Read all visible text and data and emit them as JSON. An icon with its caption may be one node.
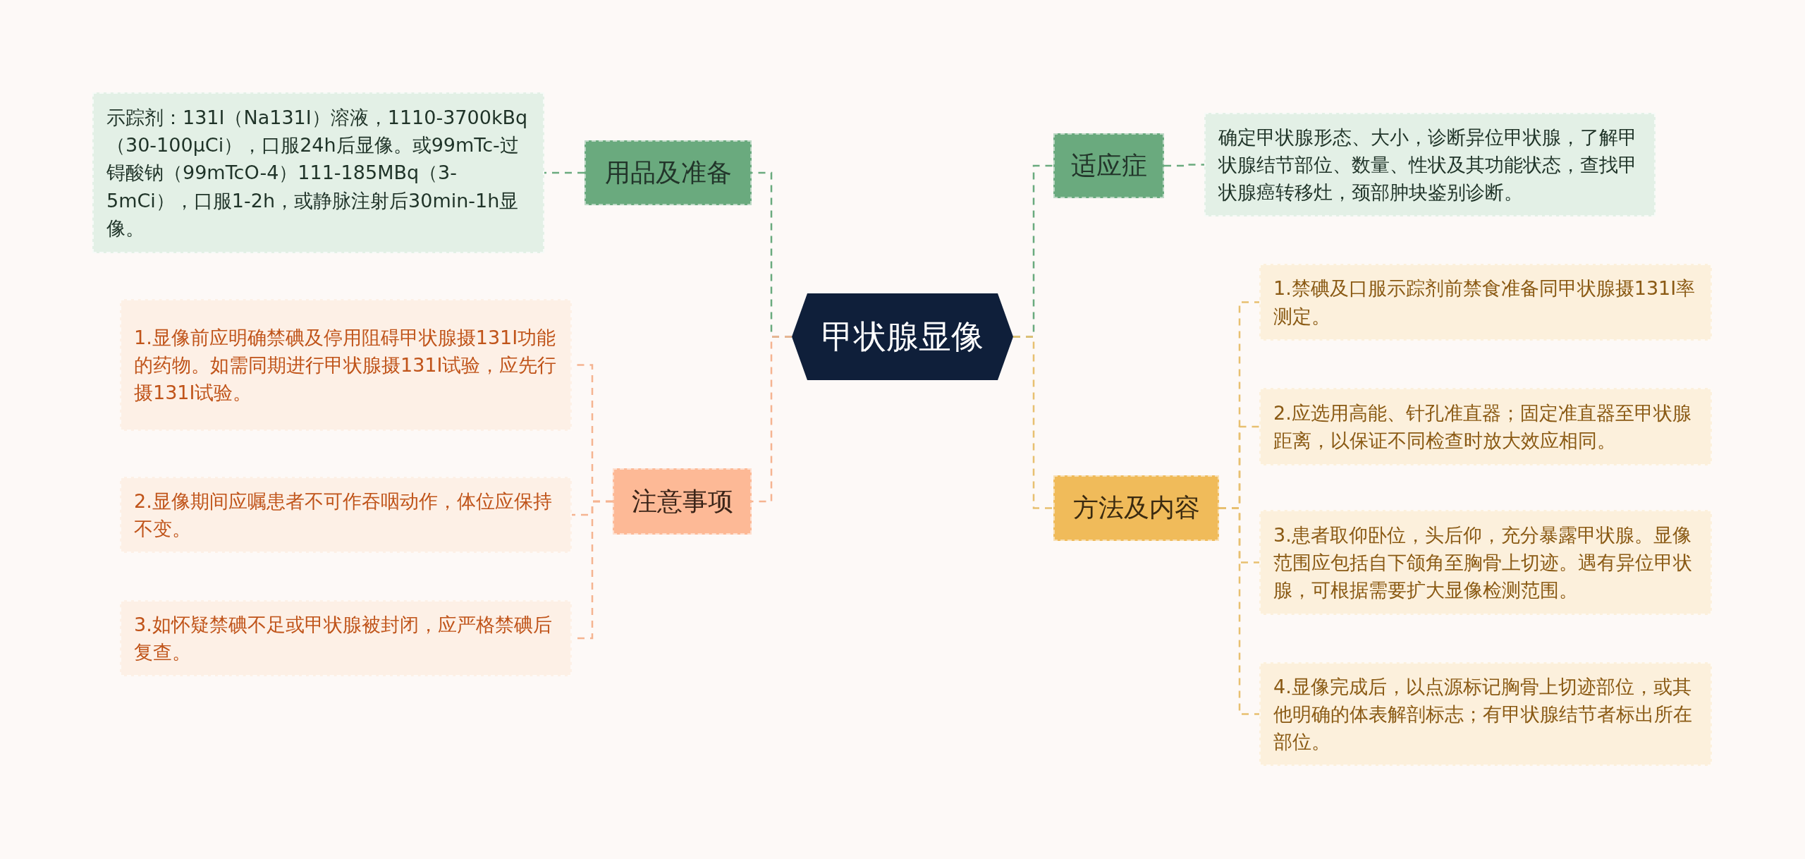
{
  "diagram": {
    "nodes": [
      {
        "text": [
          "甲状腺显像"
        ]
      },
      {
        "text": [
          "用品及准备"
        ]
      },
      {
        "text": [
          "示踪剂：131I（Na131I）溶液，1110-3700kBq（30-100μCi），口服24h后显像。或99mTc-过锝酸钠（99mTcO-4）111-185MBq（3-5mCi），口服1-2h，或静脉注射后30min-1h显像。"
        ]
      },
      {
        "text": [
          "注意事项"
        ]
      },
      {
        "text": [
          "1.显像前应明确禁碘及停用阻碍甲状腺摄131I功能的药物。如需同期进行甲状腺摄131I试验，应先行摄131I试验。"
        ]
      },
      {
        "text": [
          "2.显像期间应嘱患者不可作吞咽动作，体位应保持不变。"
        ]
      },
      {
        "text": [
          "3.如怀疑禁碘不足或甲状腺被封闭，应严格禁碘后复查。"
        ]
      },
      {
        "text": [
          "适应症"
        ]
      },
      {
        "text": [
          "确定甲状腺形态、大小，诊断异位甲状腺，了解甲状腺结节部位、数量、性状及其功能状态，查找甲状腺癌转移灶，颈部肿块鉴别诊断。"
        ]
      },
      {
        "text": [
          "方法及内容"
        ]
      },
      {
        "text": [
          "1.禁碘及口服示踪剂前禁食准备同甲状腺摄131I率测定。"
        ]
      },
      {
        "text": [
          "2.应选用高能、针孔准直器；固定准直器至甲状腺距离，以保证不同检查时放大效应相同。"
        ]
      },
      {
        "text": [
          "3.患者取仰卧位，头后仰，充分暴露甲状腺。显像范围应包括自下颌角至胸骨上切迹。遇有异位甲状腺，可根据需要扩大显像检测范围。"
        ]
      },
      {
        "text": [
          "4.显像完成后，以点源标记胸骨上切迹部位，或其他明确的体表解剖标志；有甲状腺结节者标出所在部位。"
        ]
      }
    ],
    "edges": [
      {
        "from": 0,
        "to": 1,
        "arrow": "none",
        "color": "#6aaa7e"
      },
      {
        "from": 1,
        "to": 2,
        "arrow": "none",
        "color": "#6aaa7e"
      },
      {
        "from": 0,
        "to": 3,
        "arrow": "none",
        "color": "#f5b491"
      },
      {
        "from": 3,
        "to": 4,
        "arrow": "none",
        "color": "#f5b491"
      },
      {
        "from": 3,
        "to": 5,
        "arrow": "none",
        "color": "#f5b491"
      },
      {
        "from": 3,
        "to": 6,
        "arrow": "none",
        "color": "#f5b491"
      },
      {
        "from": 0,
        "to": 7,
        "arrow": "none",
        "color": "#6aaa7e"
      },
      {
        "from": 7,
        "to": 8,
        "arrow": "none",
        "color": "#6aaa7e"
      },
      {
        "from": 0,
        "to": 9,
        "arrow": "none",
        "color": "#e8c070"
      },
      {
        "from": 9,
        "to": 10,
        "arrow": "none",
        "color": "#e8c070"
      },
      {
        "from": 9,
        "to": 11,
        "arrow": "none",
        "color": "#e8c070"
      },
      {
        "from": 9,
        "to": 12,
        "arrow": "none",
        "color": "#e8c070"
      },
      {
        "from": 9,
        "to": 13,
        "arrow": "none",
        "color": "#e8c070"
      }
    ]
  }
}
